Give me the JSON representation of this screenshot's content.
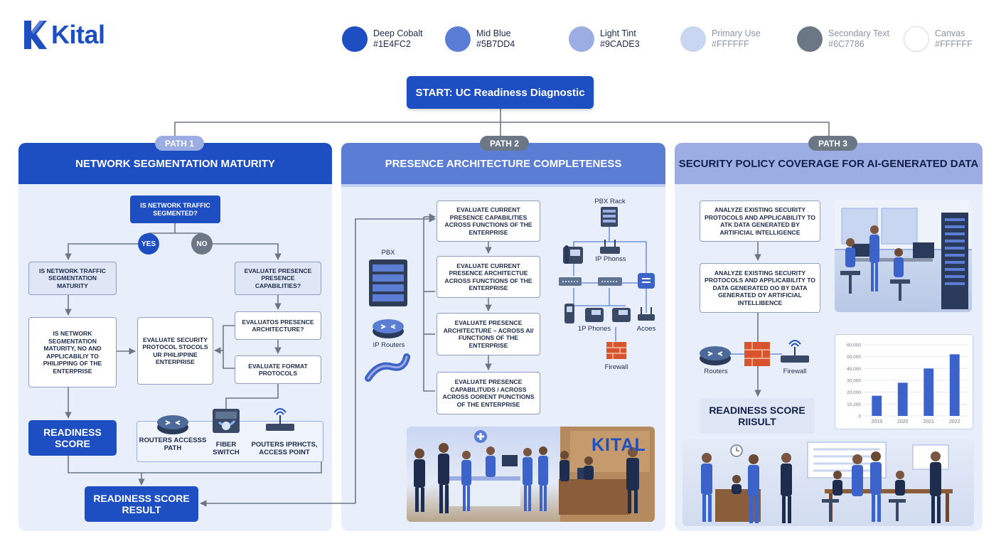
{
  "brand": {
    "name": "Kital",
    "color": "#1E4FC2"
  },
  "palette": [
    {
      "name": "Deep Cobalt",
      "hex": "#1E4FC2",
      "color": "#1E4FC2"
    },
    {
      "name": "Mid Blue",
      "hex": "#5B7DD4",
      "color": "#5B7DD4"
    },
    {
      "name": "Light Tint",
      "hex": "#9CADE3",
      "color": "#9CADE3"
    },
    {
      "name": "Primary Use",
      "hex": "#FFFFFF",
      "color": "#C9D6F2"
    },
    {
      "name": "Secondary Text",
      "hex": "#6C7786",
      "color": "#6C7786"
    },
    {
      "name": "Canvas",
      "hex": "#FFFFFF",
      "color": "#FFFFFF"
    }
  ],
  "start": {
    "label": "START: UC Readiness Diagnostic"
  },
  "path1": {
    "pill": "PATH 1",
    "title": "NETWORK SEGMENTATION MATURITY",
    "q1": "IS NETWORK TRAFFIC SEGMENTED?",
    "yes": "YES",
    "no": "NO",
    "b_left1": "IS NETWORK TRAFFIC SEGMENTATION MATURITY",
    "b_left2": "IS NETWORK SEGMENTATION MATURITY, NO AND APPLICABILIY TO PHILIPPING OF THE ENTERPRISE",
    "b_mid": "EVALUATE SECURITY PROTOCOL STOCOLS UR PHILIPPINE ENTERPRISE",
    "b_right1": "EVALUATE PRESENCE PRESENCE CAPABILITIES?",
    "b_right2": "EVALUATOS PRESENCE ARCHITECTURE?",
    "b_right3": "EVALUATE FORMAT PROTOCOLS",
    "readiness": "READINESS SCORE",
    "result": "READINESS SCORE RESULT",
    "dev_router": "ROUTERS ACCESSS PATH",
    "dev_switch": "FIBER SWITCH",
    "dev_ap": "POUTERS IPRHCTS, ACCESS POINT"
  },
  "path2": {
    "pill": "PATH 2",
    "title": "PRESENCE ARCHITECTURE COMPLETENESS",
    "steps": [
      "EVALUATE CURRENT PRESENCE CAPABILITIES ACROSS FUNCTIONS OF THE ENTERPRISE",
      "EVALUATE CURRENT PRESENCE ARCHITECTUE ACROSS FUNCTIONS OF THE ENTERPRISE",
      "EVALUATE PRESENCE ARCHITECTURE – ACROSS AI/ FUNCTIONS OF THE ENTERPRISE",
      "EVALUATE PRESENCE CAPABILITUDS / ACROSS ACROSS OORENT PUNCTIONS OF THE ENTERPRISE"
    ],
    "pbx": "PBX",
    "ip_routers": "IP Routers",
    "pbx_rack": "PBX Rack",
    "ip_phones_top": "IP Phonss",
    "ip_phones": "1P Phones",
    "acces": "Acoes",
    "firewall": "Firewall",
    "sign": "KITAL"
  },
  "path3": {
    "pill": "PATH 3",
    "title": "SECURITY POLICY COVERAGE FOR AI-GENERATED DATA",
    "box1": "ANALYZE EXISTING SECURITY PROTOCOLS AND APPLICABILITY TO ATK DATA GENERATED BY ARTIFICIAL INTELLIGENCE",
    "box2": "ANALYZE EXISTING SECURITY PROTOCOLS AND APPLICABILITY TO DATA GENERATED OO BY DATA GENERATED OY ARTIFICIAL INTELLIBENCE",
    "routers": "Routers",
    "firewall": "Firewall",
    "result": "READINESS SCORE RIISULT"
  },
  "chart_data": {
    "type": "bar",
    "categories": [
      "2019",
      "2020",
      "2021",
      "2022"
    ],
    "values": [
      17000,
      28000,
      40000,
      52000
    ],
    "ylim": [
      0,
      60000
    ],
    "yticks": [
      "0",
      "10,200",
      "20,000",
      "30,000",
      "40,000",
      "50,000",
      "60,000"
    ],
    "color": "#3B63C9"
  }
}
